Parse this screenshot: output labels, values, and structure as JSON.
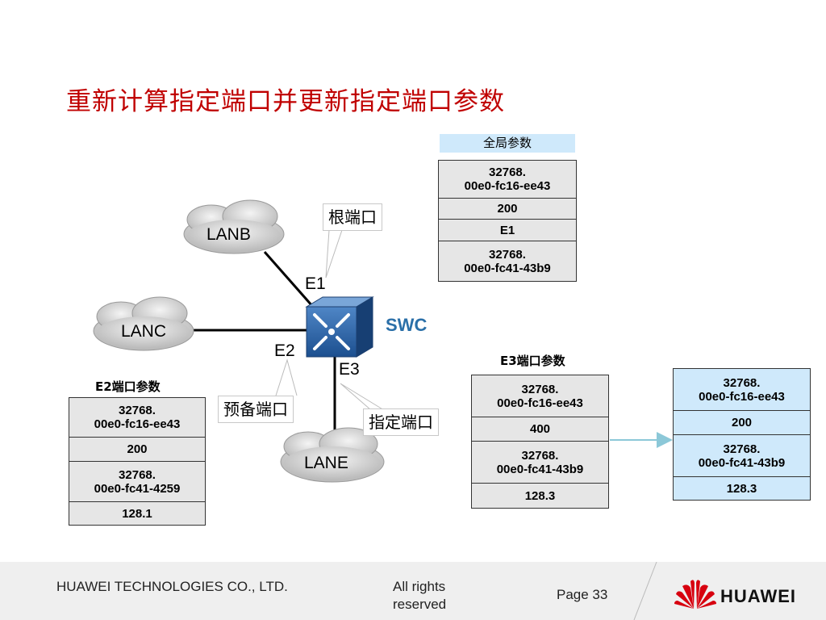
{
  "slide": {
    "title": "重新计算指定端口并更新指定端口参数"
  },
  "clouds": {
    "lanb": "LANB",
    "lanc": "LANC",
    "lane": "LANE"
  },
  "switch": {
    "label": "SWC"
  },
  "ports": {
    "e1": "E1",
    "e2": "E2",
    "e3": "E3"
  },
  "callouts": {
    "root_port": "根端口",
    "backup_port": "预备端口",
    "designated_port": "指定端口"
  },
  "global_params": {
    "header": "全局参数",
    "rows": [
      [
        "32768.",
        "00e0-fc16-ee43"
      ],
      [
        "200"
      ],
      [
        "E1"
      ],
      [
        "32768.",
        "00e0-fc41-43b9"
      ]
    ]
  },
  "e2_params": {
    "header": "E2端口参数",
    "rows": [
      [
        "32768.",
        "00e0-fc16-ee43"
      ],
      [
        "200"
      ],
      [
        "32768.",
        "00e0-fc41-4259"
      ],
      [
        "128.1"
      ]
    ]
  },
  "e3_params": {
    "header": "E3端口参数",
    "rows": [
      [
        "32768.",
        "00e0-fc16-ee43"
      ],
      [
        "400"
      ],
      [
        "32768.",
        "00e0-fc41-43b9"
      ],
      [
        "128.3"
      ]
    ]
  },
  "e3_updated": {
    "rows": [
      [
        "32768.",
        "00e0-fc16-ee43"
      ],
      [
        "200"
      ],
      [
        "32768.",
        "00e0-fc41-43b9"
      ],
      [
        "128.3"
      ]
    ]
  },
  "footer": {
    "company": "HUAWEI TECHNOLOGIES CO., LTD.",
    "rights": "All rights reserved",
    "page": "Page 33",
    "brand": "HUAWEI"
  },
  "colors": {
    "title": "#c00000",
    "accent_blue": "#cfe9fb",
    "swc_label": "#2a6fa8",
    "arrow": "#8cc8d8"
  }
}
